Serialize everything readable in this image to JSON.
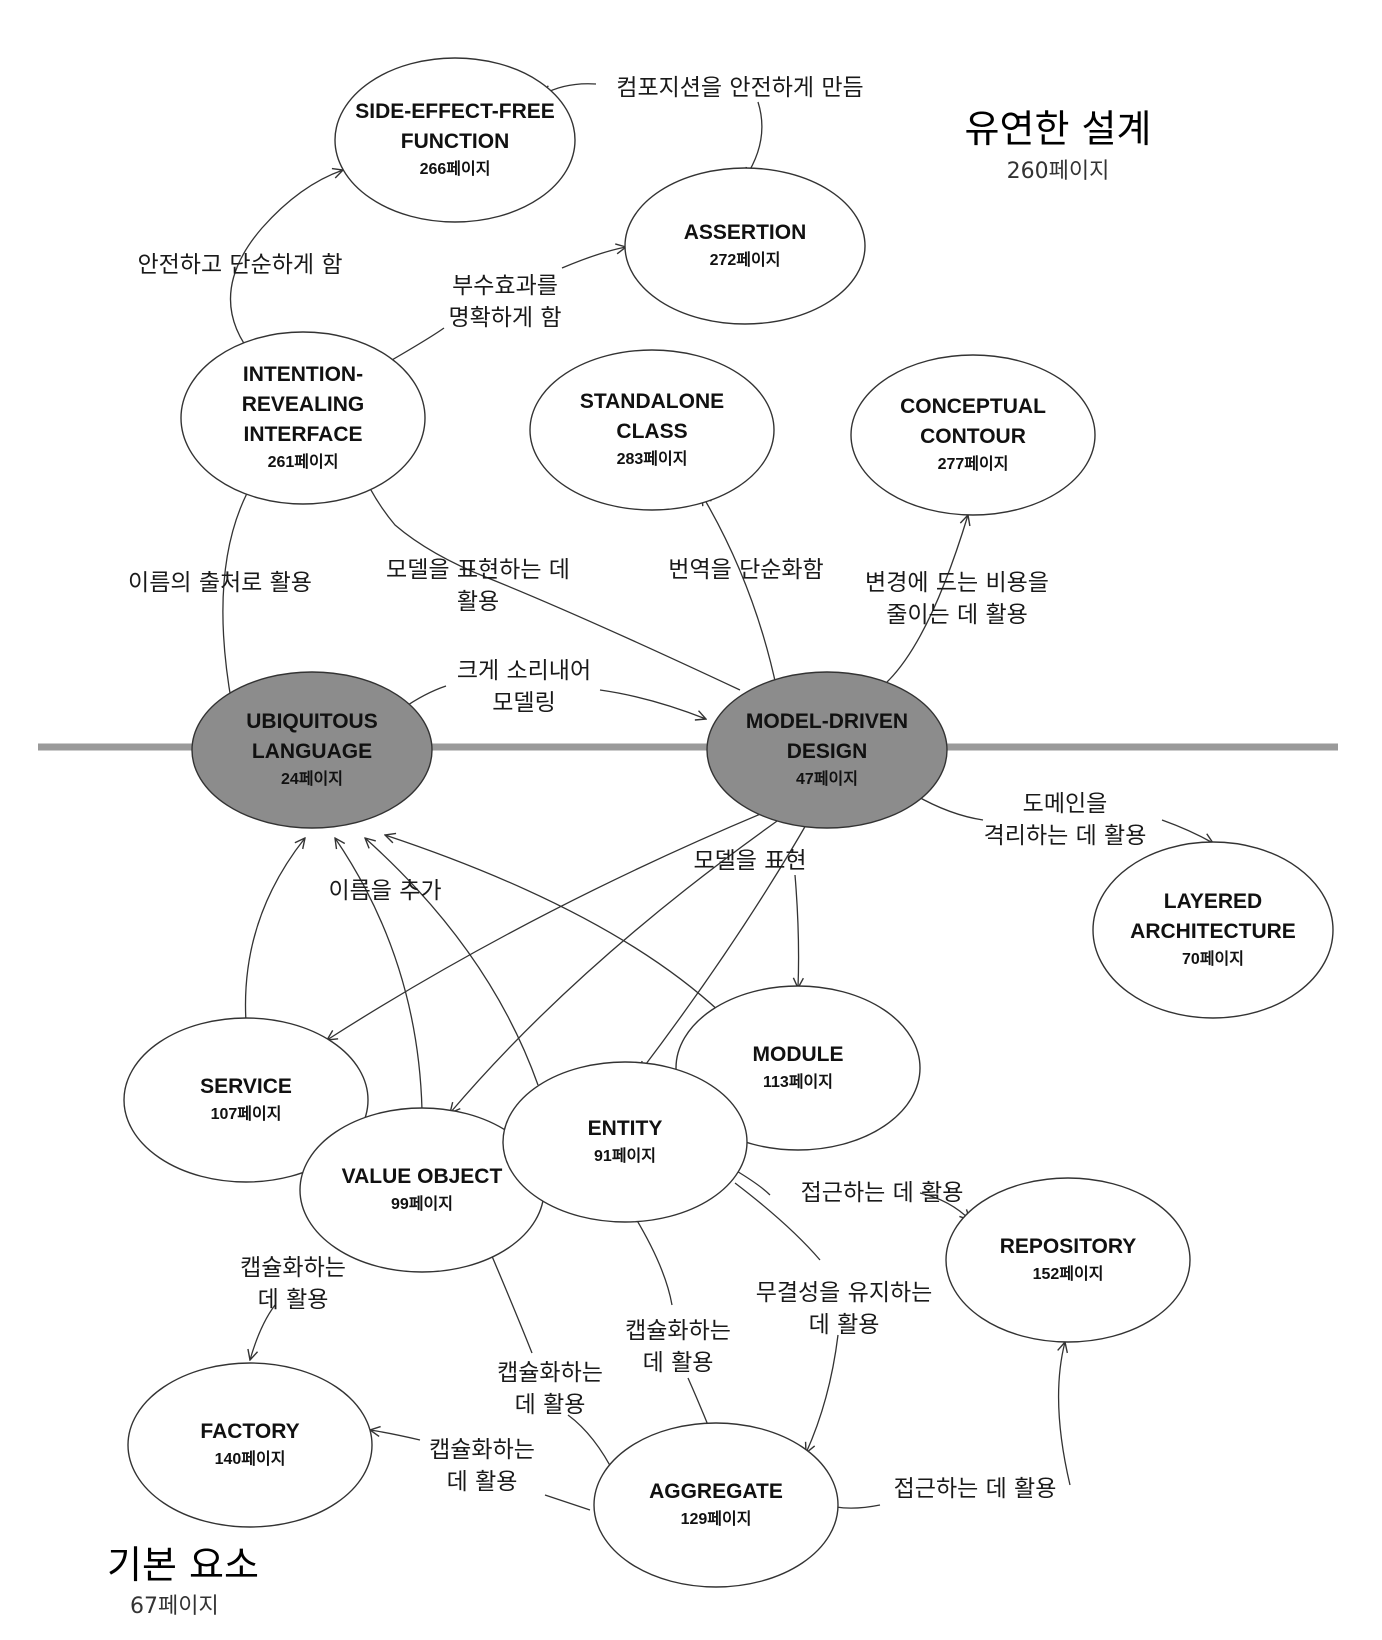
{
  "regions": {
    "supple_design": {
      "title": "유연한 설계",
      "page": "260페이지"
    },
    "building_blocks": {
      "title": "기본 요소",
      "page": "67페이지"
    }
  },
  "nodes": {
    "side_effect_free": {
      "lines": [
        "SIDE-EFFECT-FREE",
        "FUNCTION"
      ],
      "page": "266페이지"
    },
    "assertion": {
      "lines": [
        "ASSERTION"
      ],
      "page": "272페이지"
    },
    "intention_revealing": {
      "lines": [
        "INTENTION-",
        "REVEALING",
        "INTERFACE"
      ],
      "page": "261페이지"
    },
    "standalone_class": {
      "lines": [
        "STANDALONE",
        "CLASS"
      ],
      "page": "283페이지"
    },
    "conceptual_contour": {
      "lines": [
        "CONCEPTUAL",
        "CONTOUR"
      ],
      "page": "277페이지"
    },
    "ubiquitous_language": {
      "lines": [
        "UBIQUITOUS",
        "LANGUAGE"
      ],
      "page": "24페이지"
    },
    "model_driven_design": {
      "lines": [
        "MODEL-DRIVEN",
        "DESIGN"
      ],
      "page": "47페이지"
    },
    "layered_architecture": {
      "lines": [
        "LAYERED",
        "ARCHITECTURE"
      ],
      "page": "70페이지"
    },
    "service": {
      "lines": [
        "SERVICE"
      ],
      "page": "107페이지"
    },
    "module": {
      "lines": [
        "MODULE"
      ],
      "page": "113페이지"
    },
    "entity": {
      "lines": [
        "ENTITY"
      ],
      "page": "91페이지"
    },
    "value_object": {
      "lines": [
        "VALUE OBJECT"
      ],
      "page": "99페이지"
    },
    "repository": {
      "lines": [
        "REPOSITORY"
      ],
      "page": "152페이지"
    },
    "factory": {
      "lines": [
        "FACTORY"
      ],
      "page": "140페이지"
    },
    "aggregate": {
      "lines": [
        "AGGREGATE"
      ],
      "page": "129페이지"
    }
  },
  "edge_labels": {
    "make_composition_safe": [
      "컴포지션을 안전하게 만듬"
    ],
    "make_safe_simple": [
      "안전하고 단순하게 함"
    ],
    "make_side_effects_explicit": [
      "부수효과를",
      "명확하게 함"
    ],
    "source_of_names": [
      "이름의 출처로 활용"
    ],
    "express_model": [
      "모델을 표현하는 데",
      "활용"
    ],
    "simplify_translation": [
      "번역을 단순화함"
    ],
    "reduce_change_cost": [
      "변경에 드는 비용을",
      "줄이는 데 활용"
    ],
    "model_out_loud": [
      "크게 소리내어",
      "모델링"
    ],
    "isolate_domain": [
      "도메인을",
      "격리하는 데 활용"
    ],
    "express_model_with": [
      "모델을 표현"
    ],
    "names_enter": [
      "이름을 추가"
    ],
    "access_with_entity": [
      "접근하는 데 활용"
    ],
    "encapsulate_vo_factory": [
      "캡슐화하는",
      "데 활용"
    ],
    "encapsulate_entity_agg": [
      "캡슐화하는",
      "데 활용"
    ],
    "encapsulate_vo_agg": [
      "캡슐화하는",
      "데 활용"
    ],
    "maintain_integrity": [
      "무결성을 유지하는",
      "데 활용"
    ],
    "encapsulate_agg_factory": [
      "캡슐화하는",
      "데 활용"
    ],
    "access_with_agg": [
      "접근하는 데 활용"
    ]
  },
  "colors": {
    "core_fill": "#8c8c8c",
    "node_fill": "#ffffff",
    "stroke": "#333333",
    "divider": "#9a9a9a"
  }
}
